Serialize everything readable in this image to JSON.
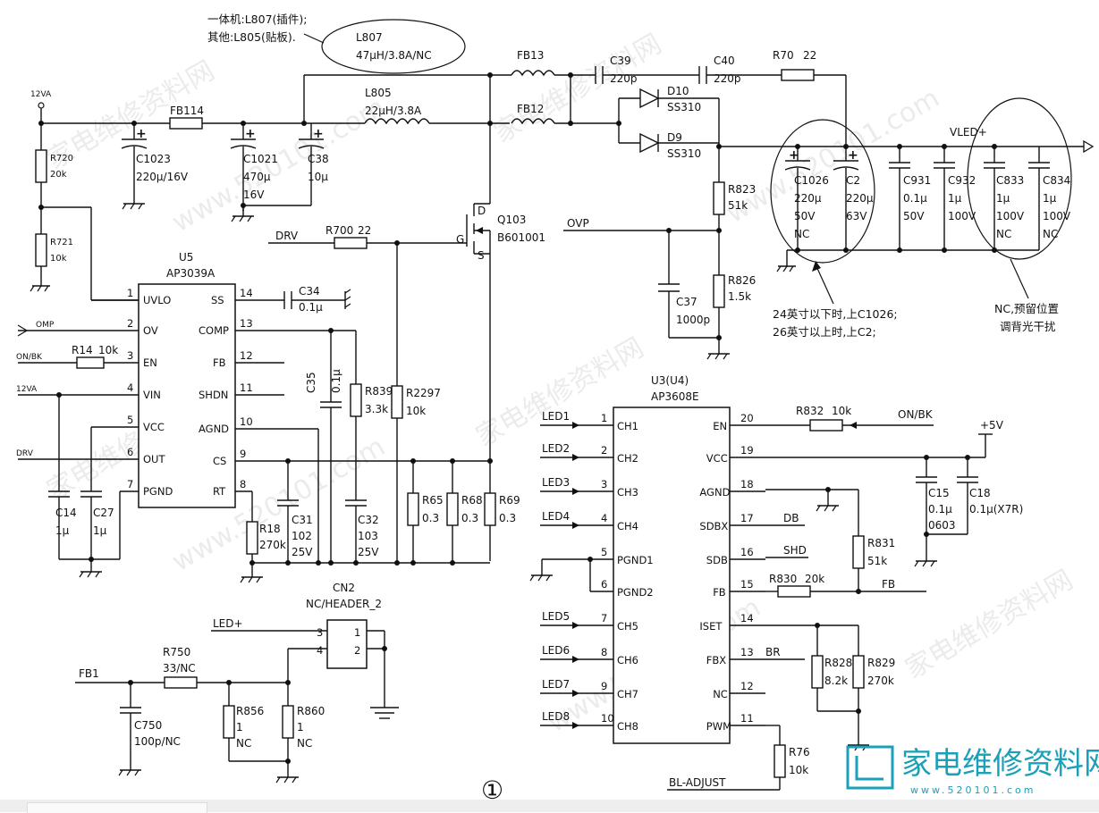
{
  "top_note": {
    "line1": "一体机:L807(插件);",
    "line2": "其他:L805(贴板)."
  },
  "rails": {
    "v12": "12VA",
    "vled": "VLED+",
    "v5": "+5V"
  },
  "nets": {
    "drv": "DRV",
    "ovp": "OVP",
    "ledp": "LED+",
    "fb1": "FB1",
    "bl_adjust": "BL-ADJUST",
    "on_bk": "ON/BK",
    "fb": "FB",
    "db": "DB",
    "shd": "SHD",
    "br": "BR",
    "omp": "OMP",
    "on_bk_left": "ON/BK",
    "v12_left": "12VA",
    "drv_left": "DRV"
  },
  "inductors": {
    "l807": {
      "name": "L807",
      "value": "47μH/3.8A/NC"
    },
    "l805": {
      "name": "L805",
      "value": "22μH/3.8A"
    },
    "fb114": "FB114",
    "fb13": "FB13",
    "fb12": "FB12"
  },
  "caps": {
    "c1023": {
      "name": "C1023",
      "value": "220μ/16V"
    },
    "c1021": {
      "name": "C1021",
      "v1": "470μ",
      "v2": "16V"
    },
    "c38": {
      "name": "C38",
      "value": "10μ"
    },
    "c39": {
      "name": "C39",
      "value": "220p"
    },
    "c40": {
      "name": "C40",
      "value": "220p"
    },
    "c1026": {
      "name": "C1026",
      "v1": "220μ",
      "v2": "50V",
      "v3": "NC"
    },
    "c2": {
      "name": "C2",
      "v1": "220μ",
      "v2": "63V"
    },
    "c931": {
      "name": "C931",
      "v1": "0.1μ",
      "v2": "50V"
    },
    "c932": {
      "name": "C932",
      "v1": "1μ",
      "v2": "100V"
    },
    "c833": {
      "name": "C833",
      "v1": "1μ",
      "v2": "100V",
      "v3": "NC"
    },
    "c834": {
      "name": "C834",
      "v1": "1μ",
      "v2": "100V",
      "v3": "NC"
    },
    "c37": {
      "name": "C37",
      "value": "1000p"
    },
    "c34": {
      "name": "C34",
      "value": "0.1μ"
    },
    "c35": {
      "name": "C35",
      "value": "0.1μ"
    },
    "c14": {
      "name": "C14",
      "value": "1μ"
    },
    "c27": {
      "name": "C27",
      "value": "1μ"
    },
    "c31": {
      "name": "C31",
      "v1": "102",
      "v2": "25V"
    },
    "c32": {
      "name": "C32",
      "v1": "103",
      "v2": "25V"
    },
    "c750": {
      "name": "C750",
      "value": "100p/NC"
    },
    "c15": {
      "name": "C15",
      "v1": "0.1μ",
      "v2": "0603"
    },
    "c18": {
      "name": "C18",
      "value": "0.1μ(X7R)"
    }
  },
  "resistors": {
    "r70": {
      "name": "R70",
      "value": "22"
    },
    "r720": {
      "name": "R720",
      "value": "20k"
    },
    "r721": {
      "name": "R721",
      "value": "10k"
    },
    "r700": {
      "name": "R700",
      "value": "22"
    },
    "r14": {
      "name": "R14",
      "value": "10k"
    },
    "r823": {
      "name": "R823",
      "value": "51k"
    },
    "r826": {
      "name": "R826",
      "value": "1.5k"
    },
    "r839": {
      "name": "R839",
      "value": "3.3k"
    },
    "r2297": {
      "name": "R2297",
      "value": "10k"
    },
    "r18": {
      "name": "R18",
      "value": "270k"
    },
    "r65": {
      "name": "R65",
      "value": "0.3"
    },
    "r68": {
      "name": "R68",
      "value": "0.3"
    },
    "r69": {
      "name": "R69",
      "value": "0.3"
    },
    "r750": {
      "name": "R750",
      "value": "33/NC"
    },
    "r856": {
      "name": "R856",
      "v1": "1",
      "v2": "NC"
    },
    "r860": {
      "name": "R860",
      "v1": "1",
      "v2": "NC"
    },
    "r832": {
      "name": "R832",
      "value": "10k"
    },
    "r831": {
      "name": "R831",
      "value": "51k"
    },
    "r830": {
      "name": "R830",
      "value": "20k"
    },
    "r828": {
      "name": "R828",
      "value": "8.2k"
    },
    "r829": {
      "name": "R829",
      "value": "270k"
    },
    "r76": {
      "name": "R76",
      "value": "10k"
    }
  },
  "diodes": {
    "d10": {
      "name": "D10",
      "value": "SS310"
    },
    "d9": {
      "name": "D9",
      "value": "SS310"
    }
  },
  "mosfet": {
    "name": "Q103",
    "value": "B601001",
    "d": "D",
    "g": "G",
    "s": "S"
  },
  "u5": {
    "ref": "U5",
    "part": "AP3039A",
    "left_pins": [
      {
        "n": "1",
        "name": "UVLO"
      },
      {
        "n": "2",
        "name": "OV"
      },
      {
        "n": "3",
        "name": "EN"
      },
      {
        "n": "4",
        "name": "VIN"
      },
      {
        "n": "5",
        "name": "VCC"
      },
      {
        "n": "6",
        "name": "OUT"
      },
      {
        "n": "7",
        "name": "PGND"
      }
    ],
    "right_pins": [
      {
        "n": "14",
        "name": "SS"
      },
      {
        "n": "13",
        "name": "COMP"
      },
      {
        "n": "12",
        "name": "FB"
      },
      {
        "n": "11",
        "name": "SHDN"
      },
      {
        "n": "10",
        "name": "AGND"
      },
      {
        "n": "9",
        "name": "CS"
      },
      {
        "n": "8",
        "name": "RT"
      }
    ]
  },
  "u3": {
    "ref": "U3(U4)",
    "part": "AP3608E",
    "left_pins": [
      {
        "n": "1",
        "name": "CH1",
        "net": "LED1"
      },
      {
        "n": "2",
        "name": "CH2",
        "net": "LED2"
      },
      {
        "n": "3",
        "name": "CH3",
        "net": "LED3"
      },
      {
        "n": "4",
        "name": "CH4",
        "net": "LED4"
      },
      {
        "n": "5",
        "name": "PGND1",
        "net": ""
      },
      {
        "n": "6",
        "name": "PGND2",
        "net": ""
      },
      {
        "n": "7",
        "name": "CH5",
        "net": "LED5"
      },
      {
        "n": "8",
        "name": "CH6",
        "net": "LED6"
      },
      {
        "n": "9",
        "name": "CH7",
        "net": "LED7"
      },
      {
        "n": "10",
        "name": "CH8",
        "net": "LED8"
      }
    ],
    "right_pins": [
      {
        "n": "20",
        "name": "EN"
      },
      {
        "n": "19",
        "name": "VCC"
      },
      {
        "n": "18",
        "name": "AGND"
      },
      {
        "n": "17",
        "name": "SDBX"
      },
      {
        "n": "16",
        "name": "SDB"
      },
      {
        "n": "15",
        "name": "FB"
      },
      {
        "n": "14",
        "name": "ISET"
      },
      {
        "n": "13",
        "name": "FBX"
      },
      {
        "n": "12",
        "name": "NC"
      },
      {
        "n": "11",
        "name": "PWM"
      }
    ]
  },
  "cn2": {
    "ref": "CN2",
    "part": "NC/HEADER_2",
    "p1": "1",
    "p2": "2",
    "p3": "3",
    "p4": "4"
  },
  "annotations": {
    "size_note1": "24英寸以下时,上C1026;",
    "size_note2": "26英寸以上时,上C2;",
    "nc_note1": "NC,预留位置",
    "nc_note2": "调背光干扰"
  },
  "figure_number": "①",
  "watermarks": [
    "家电维修资料网",
    "www.520101.com"
  ],
  "logo": {
    "text": "家电维修资料网",
    "url": "www.520101.com",
    "color": "#1aa0b8"
  }
}
